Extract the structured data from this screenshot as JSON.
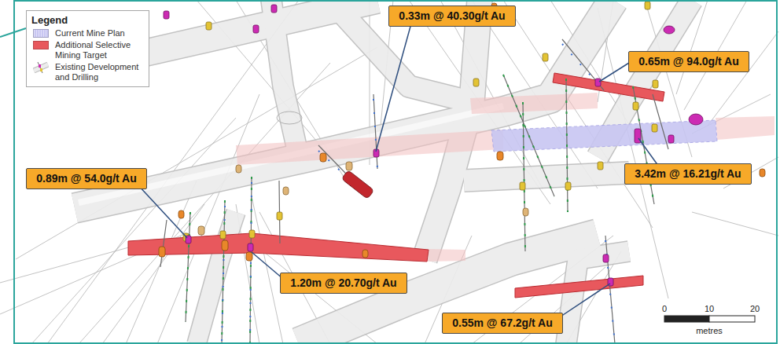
{
  "diagram": {
    "nodes": [
      {
        "text": [
          "0.33m @ 40.30g/t Au"
        ]
      },
      {
        "text": [
          "0.65m @ 94.0g/t Au"
        ]
      },
      {
        "text": [
          "0.89m @ 54.0g/t Au"
        ]
      },
      {
        "text": [
          "3.42m @ 16.21g/t Au"
        ]
      },
      {
        "text": [
          "1.20m @ 20.70g/t Au"
        ]
      },
      {
        "text": [
          "0.55m @ 67.2g/t Au"
        ]
      }
    ],
    "labels": [
      "Legend",
      "0",
      "10",
      "20",
      "metres"
    ],
    "legend": [
      {
        "text": "Current Mine Plan",
        "color": "#c8c6f2"
      },
      {
        "text": "Additional Selective Mining Target",
        "color": "#e8585d"
      },
      {
        "text": "Existing Development and Drilling"
      }
    ]
  }
}
